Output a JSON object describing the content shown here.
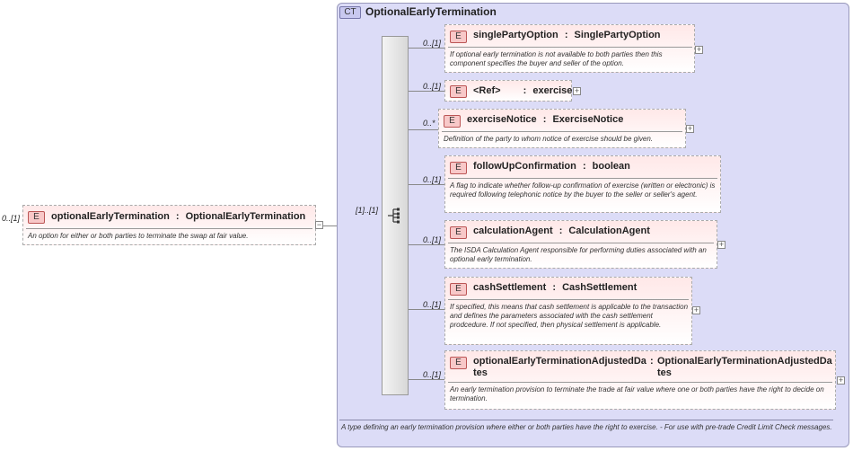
{
  "root_element": {
    "multiplicity": "0..[1]",
    "badge": "E",
    "name": "optionalEarlyTermination",
    "separator": ":",
    "type": "OptionalEarlyTermination",
    "description": "An option for either or both parties to terminate the swap at fair value.",
    "collapse_symbol": "−"
  },
  "sequence": {
    "multiplicity": "[1]..[1]",
    "icon": "sequence-icon"
  },
  "complex_type": {
    "badge": "CT",
    "title": "OptionalEarlyTermination",
    "description": "A type defining an early termination provision where either or both parties have the right to exercise. - For use with pre-trade Credit Limit Check messages."
  },
  "children": [
    {
      "multiplicity": "0..[1]",
      "badge": "E",
      "name": "singlePartyOption",
      "separator": ":",
      "type": "SinglePartyOption",
      "description": "If optional early termination is not available to both parties then this component specifies the buyer and seller of the option.",
      "expand_symbol": "+"
    },
    {
      "multiplicity": "0..[1]",
      "badge": "E",
      "name": "<Ref>",
      "separator": ":",
      "type": "exercise",
      "description": "",
      "expand_symbol": "+"
    },
    {
      "multiplicity": "0..*",
      "badge": "E",
      "name": "exerciseNotice",
      "separator": ":",
      "type": "ExerciseNotice",
      "description": "Definition of the party to whom notice of exercise should be given.",
      "expand_symbol": "+"
    },
    {
      "multiplicity": "0..[1]",
      "badge": "E",
      "name": "followUpConfirmation",
      "separator": ":",
      "type": "boolean",
      "description": "A flag to indicate whether follow-up confirmation of exercise (written or electronic) is required following telephonic notice by the buyer to the seller or seller's agent.",
      "expand_symbol": ""
    },
    {
      "multiplicity": "0..[1]",
      "badge": "E",
      "name": "calculationAgent",
      "separator": ":",
      "type": "CalculationAgent",
      "description": "The ISDA Calculation Agent responsible for performing duties associated with an optional early termination.",
      "expand_symbol": "+"
    },
    {
      "multiplicity": "0..[1]",
      "badge": "E",
      "name": "cashSettlement",
      "separator": ":",
      "type": "CashSettlement",
      "description": "If specified, this means that cash settlement is applicable to the transaction and defines the parameters associated with the cash settlement prodcedure. If not specified, then physical settlement is applicable.",
      "expand_symbol": "+"
    },
    {
      "multiplicity": "0..[1]",
      "badge": "E",
      "name": "optionalEarlyTerminationAdjustedDates",
      "separator": ":",
      "type": "OptionalEarlyTerminationAdjustedDates",
      "description": "An early termination provision to terminate the trade at fair value where one or both parties have the right to decide on termination.",
      "expand_symbol": "+"
    }
  ]
}
